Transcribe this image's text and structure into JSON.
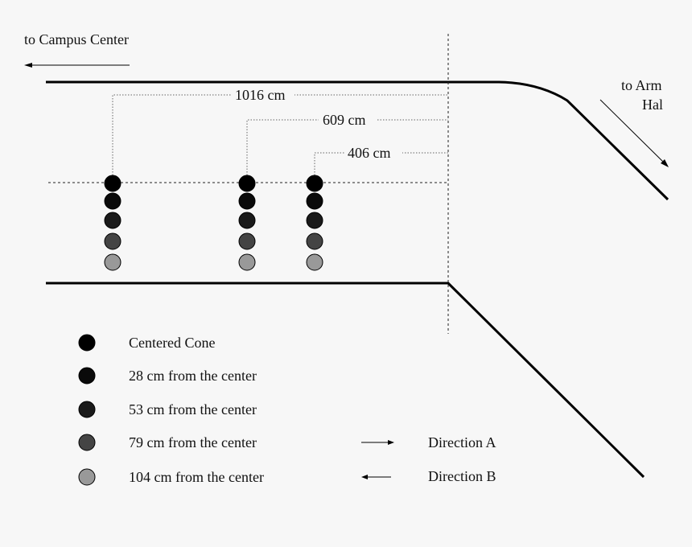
{
  "labels": {
    "to_campus": "to Campus Center",
    "to_armory_1": "to Arm",
    "to_armory_2": "Hal",
    "dist_1016": "1016 cm",
    "dist_609": "609 cm",
    "dist_406": "406 cm"
  },
  "legend": {
    "items": [
      {
        "label": "Centered Cone",
        "color": "#000000"
      },
      {
        "label": "28 cm from the center",
        "color": "#0a0a0a"
      },
      {
        "label": "53 cm from the center",
        "color": "#1a1a1a"
      },
      {
        "label": "79 cm from the center",
        "color": "#444444"
      },
      {
        "label": "104 cm from the center",
        "color": "#999999"
      }
    ],
    "direction_a": "Direction A",
    "direction_b": "Direction  B"
  },
  "cone_groups": [
    "1016 cm",
    "609 cm",
    "406 cm"
  ],
  "cone_colors": [
    "#000000",
    "#0a0a0a",
    "#1a1a1a",
    "#444444",
    "#999999"
  ]
}
